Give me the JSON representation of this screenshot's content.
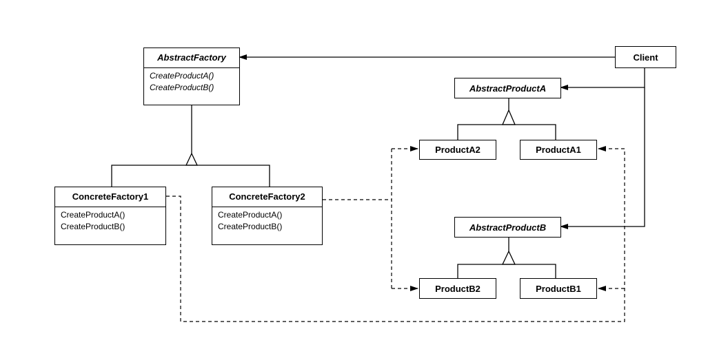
{
  "classes": {
    "abstract_factory": {
      "name": "AbstractFactory",
      "operations": [
        "CreateProductA()",
        "CreateProductB()"
      ]
    },
    "concrete_factory_1": {
      "name": "ConcreteFactory1",
      "operations": [
        "CreateProductA()",
        "CreateProductB()"
      ]
    },
    "concrete_factory_2": {
      "name": "ConcreteFactory2",
      "operations": [
        "CreateProductA()",
        "CreateProductB()"
      ]
    },
    "client": {
      "name": "Client"
    },
    "abstract_product_a": {
      "name": "AbstractProductA"
    },
    "abstract_product_b": {
      "name": "AbstractProductB"
    },
    "product_a1": {
      "name": "ProductA1"
    },
    "product_a2": {
      "name": "ProductA2"
    },
    "product_b1": {
      "name": "ProductB1"
    },
    "product_b2": {
      "name": "ProductB2"
    }
  }
}
